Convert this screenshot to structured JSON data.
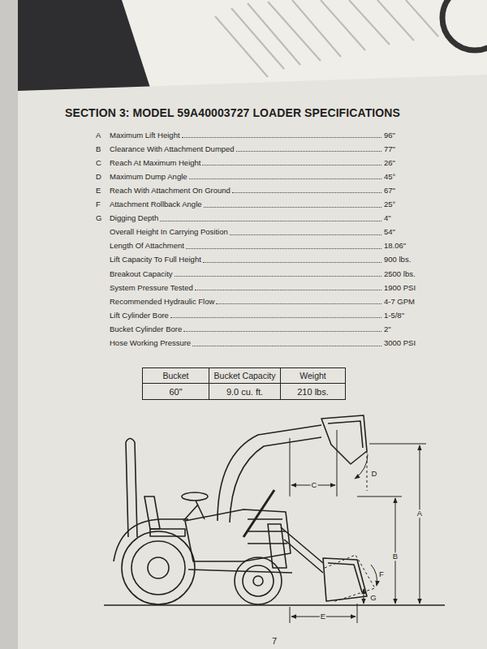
{
  "diagram": {
    "title": "SECTION 3: MODEL 59A40003727 LOADER SPECIFICATIONS",
    "labels": [
      "A",
      "Maximum Lift Height",
      "96\"",
      "B",
      "Clearance With Attachment Dumped",
      "77\"",
      "C",
      "Reach At Maximum Height",
      "26\"",
      "D",
      "Maximum Dump Angle",
      "45°",
      "E",
      "Reach With Attachment On Ground",
      "67\"",
      "F",
      "Attachment Rollback Angle",
      "25°",
      "G",
      "Digging Depth",
      "4\"",
      "Overall Height In Carrying Position",
      "54\"",
      "Length Of Attachment",
      "18.06\"",
      "Lift Capacity To Full Height",
      "900 lbs.",
      "Breakout Capacity",
      "2500 lbs.",
      "System Pressure Tested",
      "1900 PSI",
      "Recommended Hydraulic Flow",
      "4-7 GPM",
      "Lift Cylinder Bore",
      "1-5/8\"",
      "Bucket Cylinder Bore",
      "2\"",
      "Hose Working Pressure",
      "3000 PSI",
      "Bucket",
      "Bucket Capacity",
      "Weight",
      "60\"",
      "9.0 cu. ft.",
      "210 lbs.",
      "C",
      "D",
      "A",
      "B",
      "F",
      "G",
      "E",
      "7"
    ]
  }
}
